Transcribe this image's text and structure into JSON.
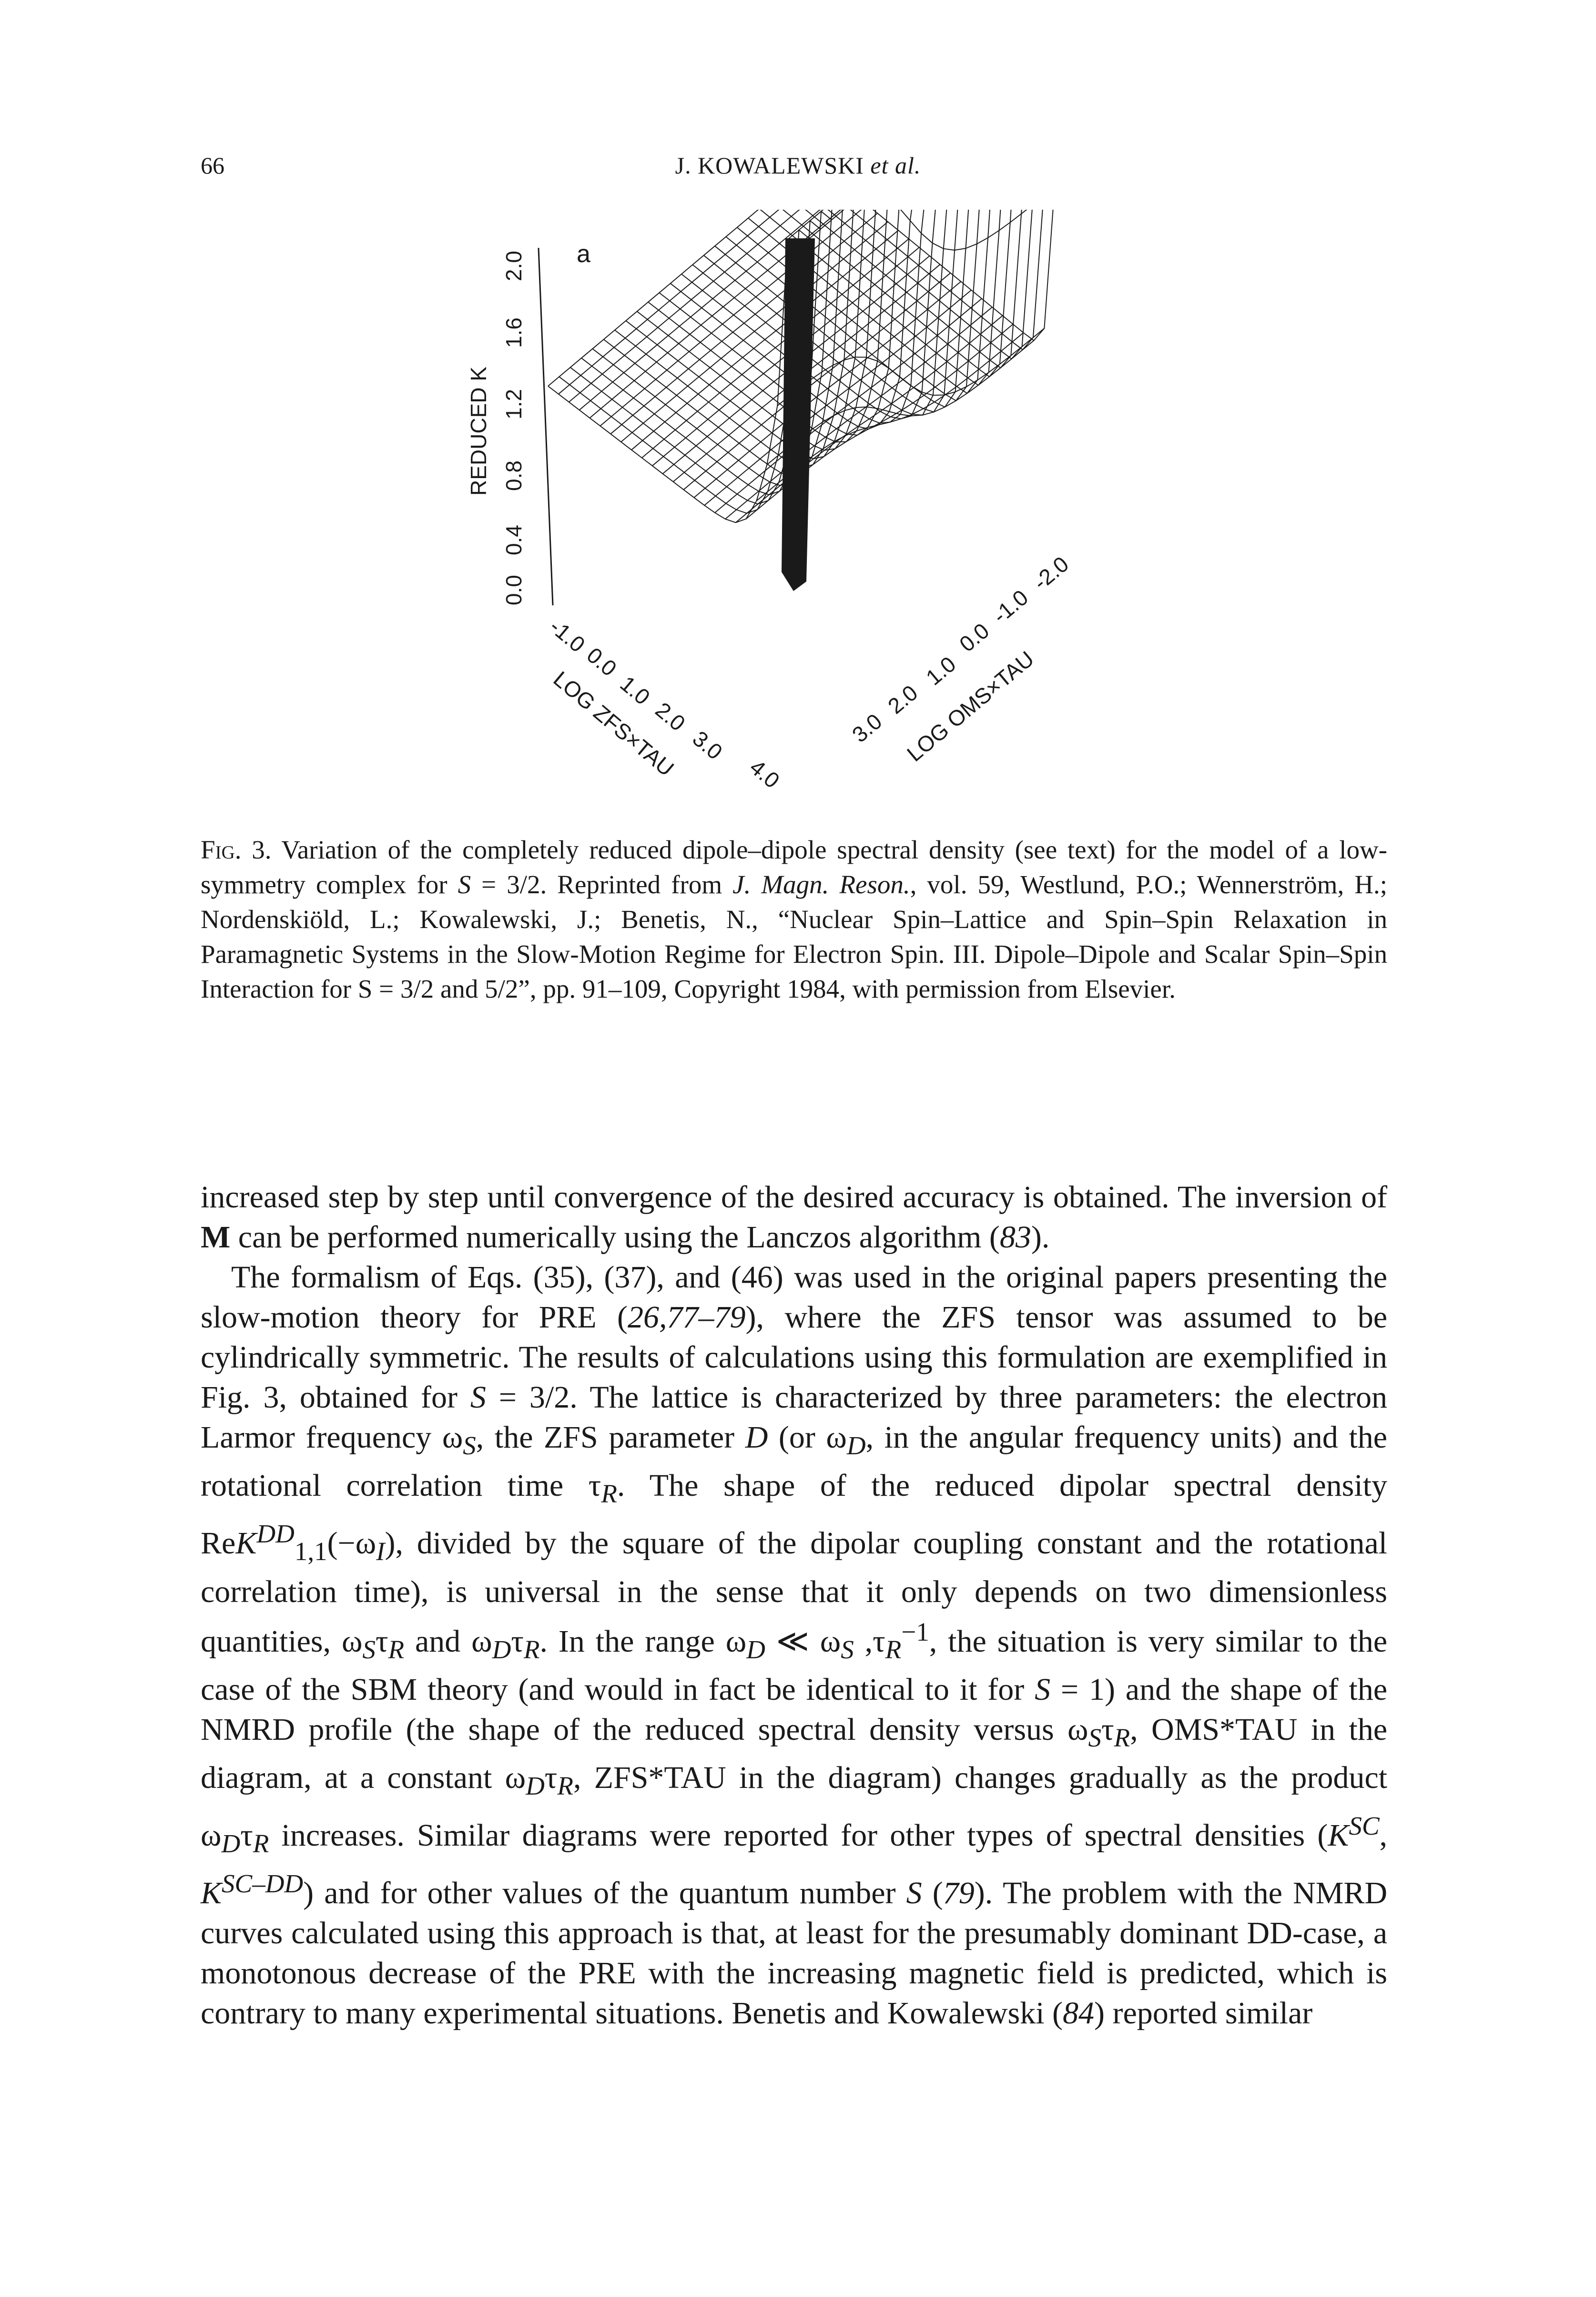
{
  "header": {
    "page_number": "66",
    "running_title": "J. KOWALEWSKI",
    "running_title_italic": " et al."
  },
  "figure": {
    "panel_label": "a",
    "z_axis_label": "REDUCED K",
    "z_ticks": [
      "0.0",
      "0.4",
      "0.8",
      "1.2",
      "1.6",
      "2.0"
    ],
    "x_axis_label": "LOG ZFS×TAU",
    "x_ticks": [
      "-1.0",
      "0.0",
      "1.0",
      "2.0",
      "3.0",
      "4.0"
    ],
    "y_axis_label": "LOG OMS×TAU",
    "y_ticks": [
      "3.0",
      "2.0",
      "1.0",
      "0.0",
      "-1.0",
      "-2.0"
    ]
  },
  "caption": {
    "label": "Fig. 3.",
    "seg1": " Variation of the completely reduced dipole–dipole spectral density (see text) for the model of a low-symmetry complex for ",
    "math1": "S",
    "seg2": " = 3/2. Reprinted from ",
    "journal": "J. Magn. Reson.",
    "seg3": ", vol. 59, Westlund, P.O.; Wennerström, H.; Nordenskiöld, L.; Kowalewski, J.; Benetis, N., “Nuclear Spin–Lattice and Spin–Spin Relaxation in Paramagnetic Systems in the Slow-Motion Regime for Electron Spin. III. Dipole–Dipole and Scalar Spin–Spin Interaction for S = 3/2 and 5/2”, pp. 91–109, Copyright 1984, with permission from Elsevier."
  },
  "body": {
    "p1_a": "increased step by step until convergence of the desired accuracy is obtained. The inversion of ",
    "p1_bold": "M",
    "p1_b": " can be performed numerically using the Lanczos algorithm (",
    "p1_ref": "83",
    "p1_c": ").",
    "p2_a": "The formalism of Eqs. (35), (37), and (46) was used in the original papers presenting the slow-motion theory for PRE (",
    "p2_ref1": "26,77–79",
    "p2_b": "), where the ZFS tensor was assumed to be cylindrically symmetric. The results of calculations using this formulation are exemplified in Fig. 3, obtained for ",
    "p2_S1": "S",
    "p2_c": " = 3/2. The lattice is characterized by three parameters: the electron Larmor frequency ω",
    "p2_sub_S1": "S",
    "p2_d": ", the ZFS parameter ",
    "p2_D": "D",
    "p2_e": " (or ω",
    "p2_sub_D1": "D",
    "p2_f": ", in the angular frequency units) and the rotational correlation time τ",
    "p2_sub_R1": "R",
    "p2_g": ". The shape of the reduced dipolar spectral density Re",
    "p2_K": "K",
    "p2_sup_DD": "DD",
    "p2_sub_11": "1,1",
    "p2_h": "(−ω",
    "p2_sub_I": "I",
    "p2_i": "), divided by the square of the dipolar coupling constant and the rotational correlation time), is universal in the sense that it only depends on two dimensionless quantities, ω",
    "p2_sub_S2": "S",
    "p2_j": "τ",
    "p2_sub_R2": "R",
    "p2_k": " and ω",
    "p2_sub_D2": "D",
    "p2_l": "τ",
    "p2_sub_R3": "R",
    "p2_m": ". In the range ω",
    "p2_sub_D3": "D",
    "p2_n": " ≪ ω",
    "p2_sub_S3": "S",
    "p2_o": " ,τ",
    "p2_sub_R4": "R",
    "p2_sup_m1": "−1",
    "p2_p": ", the situation is very similar to the case of the SBM theory (and would in fact be identical to it for ",
    "p2_S2": "S",
    "p2_q": " = 1) and the shape of the NMRD profile (the shape of the reduced spectral density versus ω",
    "p2_sub_S4": "S",
    "p2_r": "τ",
    "p2_sub_R5": "R",
    "p2_s": ", OMS*TAU in the diagram, at a constant ω",
    "p2_sub_D4": "D",
    "p2_t": "τ",
    "p2_sub_R6": "R",
    "p2_u": ", ZFS*TAU in the diagram) changes gradually as the product ω",
    "p2_sub_D5": "D",
    "p2_v": "τ",
    "p2_sub_R7": "R",
    "p2_w": " increases. Similar diagrams were reported for other types of spectral densities (",
    "p2_K2": "K",
    "p2_sup_SC": "SC",
    "p2_x": ", ",
    "p2_K3": "K",
    "p2_sup_SCDD": "SC–DD",
    "p2_y": ") and for other values of the quantum number ",
    "p2_S3": "S",
    "p2_z": " (",
    "p2_ref2": "79",
    "p2_aa": "). The problem with the NMRD curves calculated using this approach is that, at least for the presumably dominant DD-case, a monotonous decrease of the PRE with the increasing magnetic field is predicted, which is contrary to many experimental situations. Benetis and Kowalewski (",
    "p2_ref3": "84",
    "p2_bb": ") reported similar"
  }
}
